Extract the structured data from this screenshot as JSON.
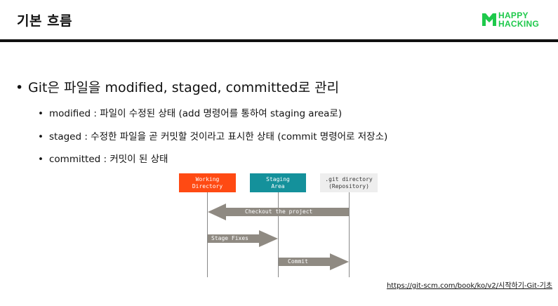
{
  "header": {
    "title": "기본 흐름",
    "logo_line1": "HAPPY",
    "logo_line2": "HACKING",
    "logo_color": "#1ec94b"
  },
  "main": {
    "bullet": "Git은 파일을 modified, staged, committed로 관리",
    "sub_bullets": [
      "modified : 파일이 수정된 상태 (add 명령어를 통하여 staging area로)",
      "staged : 수정한 파일을 곧 커밋할 것이라고 표시한 상태 (commit 명령어로 저장소)",
      "committed : 커밋이 된 상태"
    ]
  },
  "diagram": {
    "stages": [
      {
        "line1": "Working",
        "line2": "Directory",
        "bg": "#ff4a13",
        "fg": "#ffffff"
      },
      {
        "line1": "Staging",
        "line2": "Area",
        "bg": "#14919b",
        "fg": "#ffffff"
      },
      {
        "line1": ".git directory",
        "line2": "(Repository)",
        "bg": "#eeeeee",
        "fg": "#333333"
      }
    ],
    "arrows": [
      {
        "label": "Checkout the project",
        "direction": "left"
      },
      {
        "label": "Stage Fixes",
        "direction": "right"
      },
      {
        "label": "Commit",
        "direction": "right"
      }
    ],
    "arrow_color": "#8f8a82"
  },
  "footer": {
    "link_text": "https://git-scm.com/book/ko/v2/시작하기-Git-기초"
  }
}
